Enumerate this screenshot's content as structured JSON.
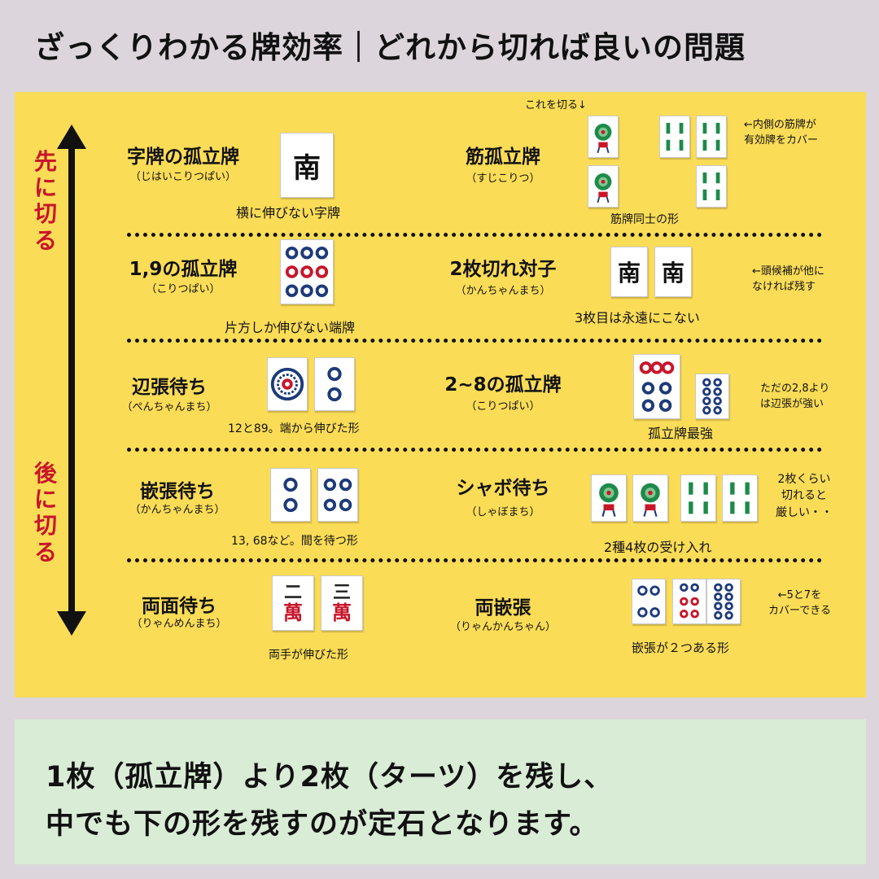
{
  "title": "ざっくりわかる牌効率｜どれから切れば良いの問題",
  "side": {
    "top": "先に切る",
    "bottom": "後に切る"
  },
  "rows": [
    {
      "left": {
        "label": "字牌の孤立牌",
        "reading": "（じはいこりつぱい）",
        "caption": "横に伸びない字牌"
      },
      "right": {
        "label": "筋孤立牌",
        "reading": "（すじこりつ）",
        "caption": "筋牌同士の形",
        "top_note": "これを切る↓",
        "note": "←内側の筋牌が\n有効牌をカバー"
      }
    },
    {
      "left": {
        "label": "1,9の孤立牌",
        "reading": "（こりつぱい）",
        "caption": "片方しか伸びない端牌"
      },
      "right": {
        "label": "2枚切れ対子",
        "reading": "（かんちゃんまち）",
        "caption": "3枚目は永遠にこない",
        "note": "←頭候補が他に\nなければ残す"
      }
    },
    {
      "left": {
        "label": "辺張待ち",
        "reading": "（ぺんちゃんまち）",
        "caption": "12と89。端から伸びた形"
      },
      "right": {
        "label": "2~8の孤立牌",
        "reading": "（こりつぱい）",
        "caption": "孤立牌最強",
        "note": "ただの2,8より\nは辺張が強い"
      }
    },
    {
      "left": {
        "label": "嵌張待ち",
        "reading": "（かんちゃんまち）",
        "caption": "13, 68など。間を待つ形"
      },
      "right": {
        "label": "シャボ待ち",
        "reading": "（しゃぼまち）",
        "caption": "2種4枚の受け入れ",
        "note": "2枚くらい\n切れると\n厳しい・・"
      }
    },
    {
      "left": {
        "label": "両面待ち",
        "reading": "（りゃんめんまち）",
        "caption": "両手が伸びた形"
      },
      "right": {
        "label": "両嵌張",
        "reading": "（りゃんかんちゃん）",
        "caption": "嵌張が２つある形",
        "note": "←5と7を\nカバーできる"
      }
    }
  ],
  "tiles": {
    "south": "南",
    "man_2": {
      "number": "二",
      "suit": "萬"
    },
    "man_3": {
      "number": "三",
      "suit": "萬"
    }
  },
  "conclusion": {
    "line1": "1枚（孤立牌）より2枚（ターツ）を残し、",
    "line2": "中でも下の形を残すのが定石となります。"
  },
  "colors": {
    "panel": "#fbdc57",
    "note": "#d9ecd6",
    "accent_red": "#c8152a",
    "tile_blue": "#1d3a7a",
    "tile_green": "#1e8a4a"
  }
}
